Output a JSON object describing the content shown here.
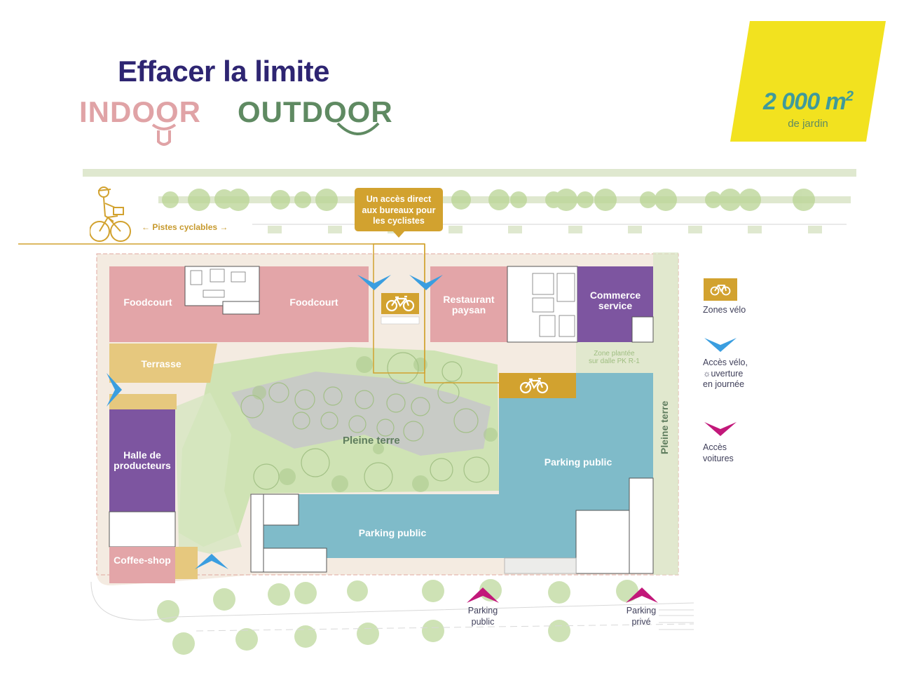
{
  "header": {
    "title": "Effacer la limite",
    "indoor_word": "INDOOR",
    "outdoor_word": "OUTDOOR"
  },
  "garden_badge": {
    "value": "2 000 m",
    "unit_exponent": "2",
    "label": "de jardin",
    "background_color": "#f2e21f"
  },
  "callout": {
    "line1": "Un accès direct",
    "line2": "aux bureaux pour",
    "line3": "les cyclistes"
  },
  "bike_paths_label": "← Pistes cyclables →",
  "zones": {
    "foodcourt_left": "Foodcourt",
    "foodcourt_right": "Foodcourt",
    "restaurant_line1": "Restaurant",
    "restaurant_line2": "paysan",
    "commerce_line1": "Commerce",
    "commerce_line2": "service",
    "terrasse": "Terrasse",
    "halle_line1": "Halle de",
    "halle_line2": "producteurs",
    "coffee_shop": "Coffee-shop",
    "parking_public_upper": "Parking public",
    "parking_public_lower": "Parking public",
    "pleine_terre_center": "Pleine terre",
    "pleine_terre_side": "Pleine terre",
    "zone_plantee_line1": "Zone plantée",
    "zone_plantee_line2": "sur dalle PK R-1"
  },
  "legend": {
    "bike_zones": "Zones vélo",
    "bike_access_line1": "Accès vélo,",
    "bike_access_line2": "☼uverture",
    "bike_access_line3": "en journée",
    "car_access_line1": "Accès",
    "car_access_line2": "voitures"
  },
  "entrances": {
    "public_line1": "Parking",
    "public_line2": "public",
    "private_line1": "Parking",
    "private_line2": "privé"
  },
  "colors": {
    "title": "#2e2572",
    "indoor": "#e0a3a6",
    "outdoor": "#5f8a62",
    "food_pink": "#e3a5a8",
    "purple": "#7d55a0",
    "terrasse": "#e6c87e",
    "parking_blue": "#7fbbc9",
    "bike_gold": "#d2a22f",
    "bike_access_blue": "#3a9ee0",
    "car_access_magenta": "#c2187a",
    "garden_green": "#c9dfae",
    "ground_beige": "#f4ebe1"
  }
}
